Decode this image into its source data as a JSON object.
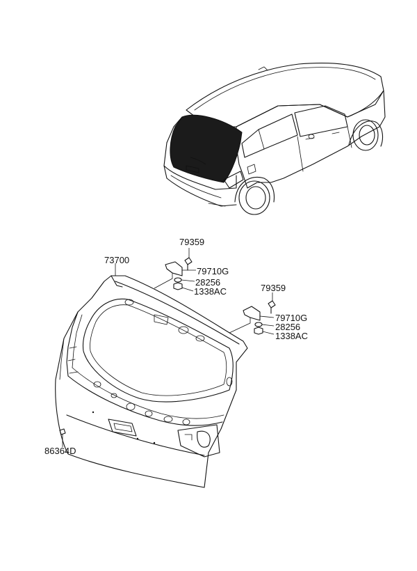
{
  "diagram": {
    "labels": {
      "tailgate_panel": "73700",
      "upper_left_bolt": "79359",
      "upper_left_hinge": "79710G",
      "upper_left_washer": "28256",
      "upper_left_nut": "1338AC",
      "upper_right_bolt": "79359",
      "upper_right_hinge": "79710G",
      "upper_right_washer": "28256",
      "upper_right_nut": "1338AC",
      "lower_left_clip": "86364D"
    }
  }
}
